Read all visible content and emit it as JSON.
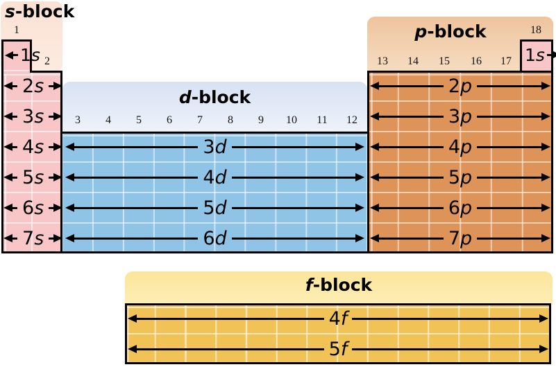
{
  "diagram": "periodic table orbital blocks",
  "blocks": {
    "s": {
      "title": {
        "letter": "s",
        "suffix": "-block"
      },
      "columns": [
        "1",
        "2"
      ],
      "rows": [
        {
          "n": "1",
          "l": "s"
        },
        {
          "n": "2",
          "l": "s"
        },
        {
          "n": "3",
          "l": "s"
        },
        {
          "n": "4",
          "l": "s"
        },
        {
          "n": "5",
          "l": "s"
        },
        {
          "n": "6",
          "l": "s"
        },
        {
          "n": "7",
          "l": "s"
        }
      ]
    },
    "d": {
      "title": {
        "letter": "d",
        "suffix": "-block"
      },
      "columns": [
        "3",
        "4",
        "5",
        "6",
        "7",
        "8",
        "9",
        "10",
        "11",
        "12"
      ],
      "rows": [
        {
          "n": "3",
          "l": "d"
        },
        {
          "n": "4",
          "l": "d"
        },
        {
          "n": "5",
          "l": "d"
        },
        {
          "n": "6",
          "l": "d"
        }
      ]
    },
    "p": {
      "title": {
        "letter": "p",
        "suffix": "-block"
      },
      "columns": [
        "13",
        "14",
        "15",
        "16",
        "17"
      ],
      "column_18": "18",
      "helium_orbital": {
        "n": "1",
        "l": "s"
      },
      "rows": [
        {
          "n": "2",
          "l": "p"
        },
        {
          "n": "3",
          "l": "p"
        },
        {
          "n": "4",
          "l": "p"
        },
        {
          "n": "5",
          "l": "p"
        },
        {
          "n": "6",
          "l": "p"
        },
        {
          "n": "7",
          "l": "p"
        }
      ]
    },
    "f": {
      "title": {
        "letter": "f",
        "suffix": "-block"
      },
      "rows": [
        {
          "n": "4",
          "l": "f"
        },
        {
          "n": "5",
          "l": "f"
        }
      ]
    }
  },
  "colors": {
    "s_body": "#f9c6c8",
    "s_panel": "#fbe1d3",
    "d_body": "#90c4e6",
    "d_panel": "#d8e2f3",
    "p_body": "#de9459",
    "p_panel": "#eec49d",
    "f_body": "#f1c356",
    "f_panel": "#fbe59c",
    "outline": "#000000"
  }
}
